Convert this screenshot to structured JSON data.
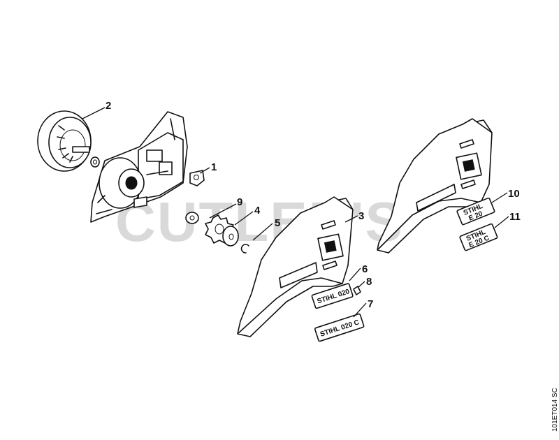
{
  "watermark": {
    "text": "CUTLER'S",
    "color": "#d9d9d9"
  },
  "drawing_code": "101ET014 SC",
  "callouts": {
    "c1": "1",
    "c2": "2",
    "c3": "3",
    "c4": "4",
    "c5": "5",
    "c6": "6",
    "c7": "7",
    "c8": "8",
    "c9": "9",
    "c10": "10",
    "c11": "11"
  },
  "plates": {
    "p6": "STIHL 020",
    "p7": "STIHL 020 C",
    "p10_l1": "STIHL",
    "p10_l2": "E 20",
    "p11_l1": "STIHL",
    "p11_l2": "E 20 C"
  },
  "line_color": "#111111"
}
